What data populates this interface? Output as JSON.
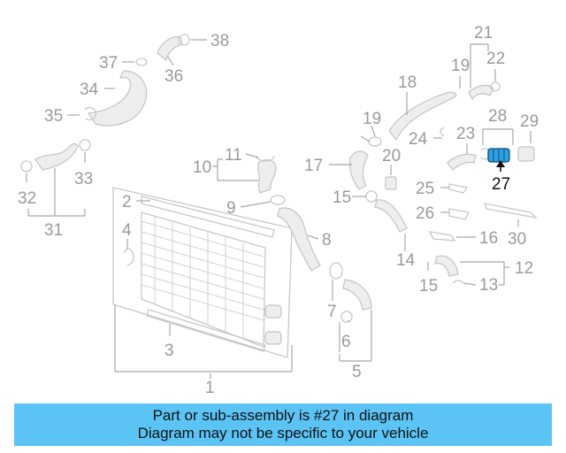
{
  "diagram": {
    "callouts": {
      "c1": "1",
      "c2": "2",
      "c3": "3",
      "c4": "4",
      "c5": "5",
      "c6": "6",
      "c7": "7",
      "c8": "8",
      "c9": "9",
      "c10": "10",
      "c11": "11",
      "c12": "12",
      "c13": "13",
      "c14": "14",
      "c15a": "15",
      "c15b": "15",
      "c16": "16",
      "c17": "17",
      "c18": "18",
      "c19a": "19",
      "c19b": "19",
      "c20": "20",
      "c21": "21",
      "c22": "22",
      "c23": "23",
      "c24": "24",
      "c25": "25",
      "c26": "26",
      "c27": "27",
      "c28": "28",
      "c29": "29",
      "c30": "30",
      "c31": "31",
      "c32": "32",
      "c33": "33",
      "c34": "34",
      "c35": "35",
      "c36": "36",
      "c37": "37",
      "c38": "38"
    },
    "highlighted_part": "27",
    "highlight_color": "#2d9fe2"
  },
  "banner": {
    "line1": "Part or sub-assembly is #27 in diagram",
    "line2": "Diagram may not be specific to your vehicle",
    "background": "#5bc4f5"
  }
}
